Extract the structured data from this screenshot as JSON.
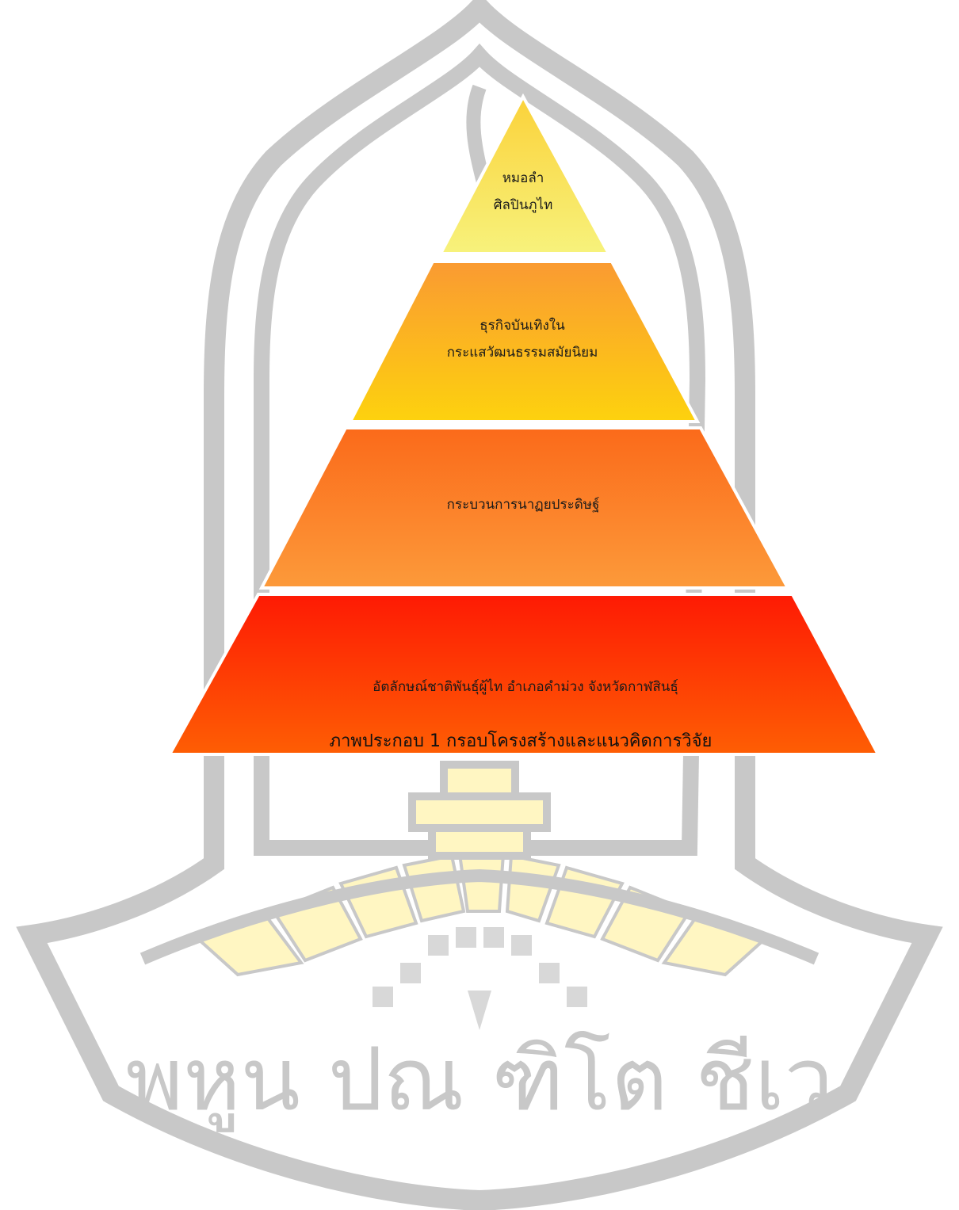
{
  "tiers": [
    {
      "level": "top",
      "line1": "หมอลำ",
      "line2": "ศิลปินภูไท"
    },
    {
      "level": "upper-middle",
      "line1": "ธุรกิจบันเทิงใน",
      "line2": "กระแสวัฒนธรรมสมัยนิยม"
    },
    {
      "level": "lower-middle",
      "line1": "กระบวนการนาฏยประดิษฐ์"
    },
    {
      "level": "base",
      "line1": "อัตลักษณ์ชาติพันธุ์ผู้ไท อำเภอคำม่วง จังหวัดกาฬสินธุ์"
    }
  ],
  "caption": "ภาพประกอบ 1 กรอบโครงสร้างและแนวคิดการวิจัย",
  "watermark": {
    "text": "พหูน ปณ ฑิโต ชีเว",
    "seal_color": "#c8c8c8",
    "accent_color": "#fff6c2"
  },
  "colors": {
    "top": [
      "#fbd23a",
      "#f7f27c"
    ],
    "upper_middle": [
      "#fa9a32",
      "#fdd20e"
    ],
    "lower_middle": [
      "#fb6a1a",
      "#fc9a3a"
    ],
    "base": [
      "#fe1a04",
      "#fe5e04"
    ]
  }
}
